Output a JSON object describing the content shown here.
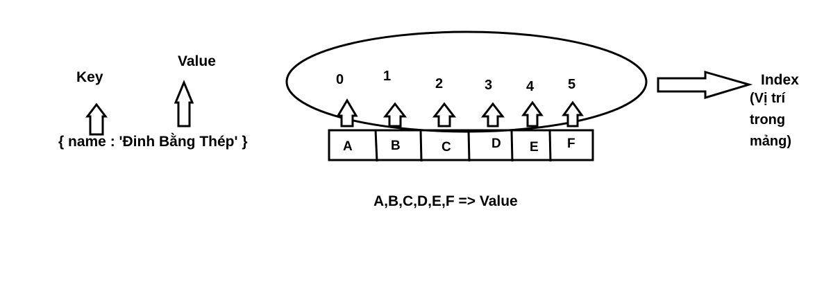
{
  "left": {
    "key_label": "Key",
    "value_label": "Value",
    "object_text": "{ name : 'Đinh Bằng Thép' }"
  },
  "array": {
    "indices": [
      "0",
      "1",
      "2",
      "3",
      "4",
      "5"
    ],
    "cells": [
      "A",
      "B",
      "C",
      "D",
      "E",
      "F"
    ]
  },
  "index_note": {
    "title": "Index",
    "subtitle": "(Vị trí trong mảng)"
  },
  "caption": "A,B,C,D,E,F => Value"
}
